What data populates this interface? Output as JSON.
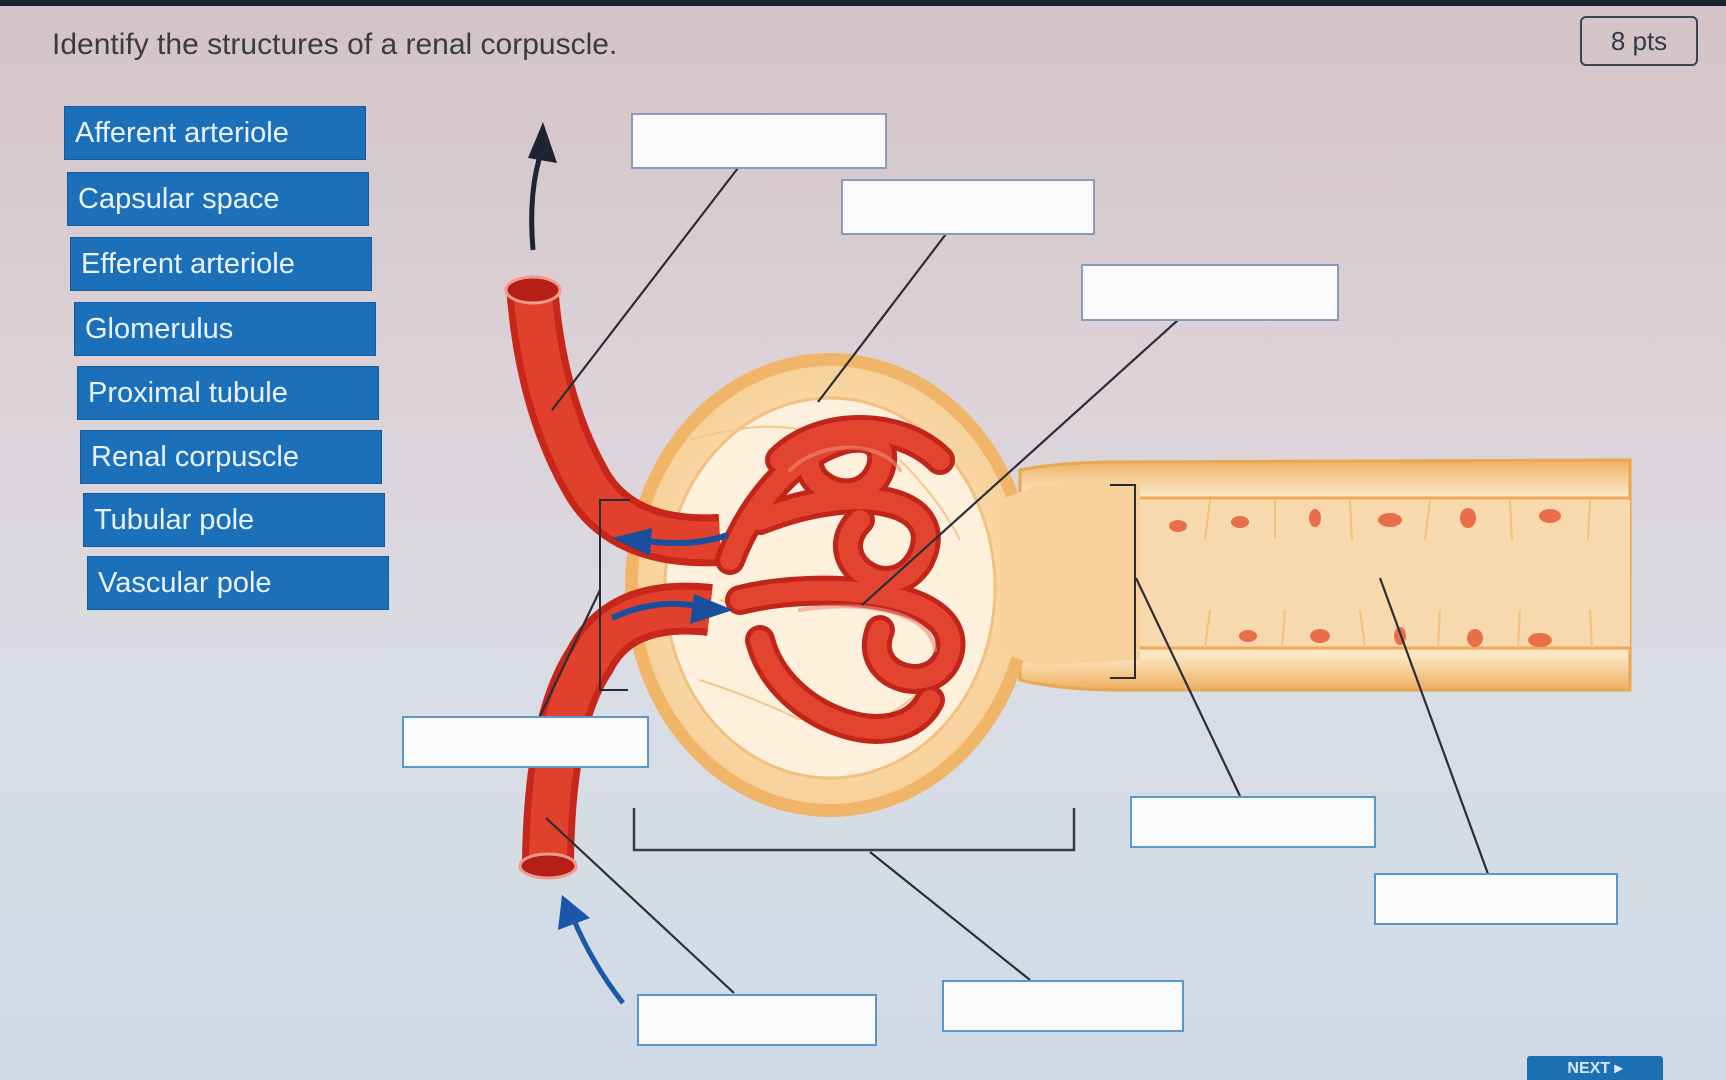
{
  "question": {
    "prompt": "Identify the structures of a renal corpuscle.",
    "points": "8 pts"
  },
  "word_bank": [
    {
      "label": "Afferent arteriole"
    },
    {
      "label": "Capsular space"
    },
    {
      "label": "Efferent arteriole"
    },
    {
      "label": "Glomerulus"
    },
    {
      "label": "Proximal tubule"
    },
    {
      "label": "Renal corpuscle"
    },
    {
      "label": "Tubular pole"
    },
    {
      "label": "Vascular pole"
    }
  ],
  "drop_zones": [
    {
      "value": ""
    },
    {
      "value": ""
    },
    {
      "value": ""
    },
    {
      "value": ""
    },
    {
      "value": ""
    },
    {
      "value": ""
    },
    {
      "value": ""
    },
    {
      "value": ""
    }
  ],
  "footer": {
    "next_label": "NEXT ▸"
  },
  "colors": {
    "chip_blue": "#1c70b9",
    "vessel_red": "#d62d20",
    "capsule_tan": "#f4c48a",
    "flow_arrow_blue": "#1a58a8"
  }
}
